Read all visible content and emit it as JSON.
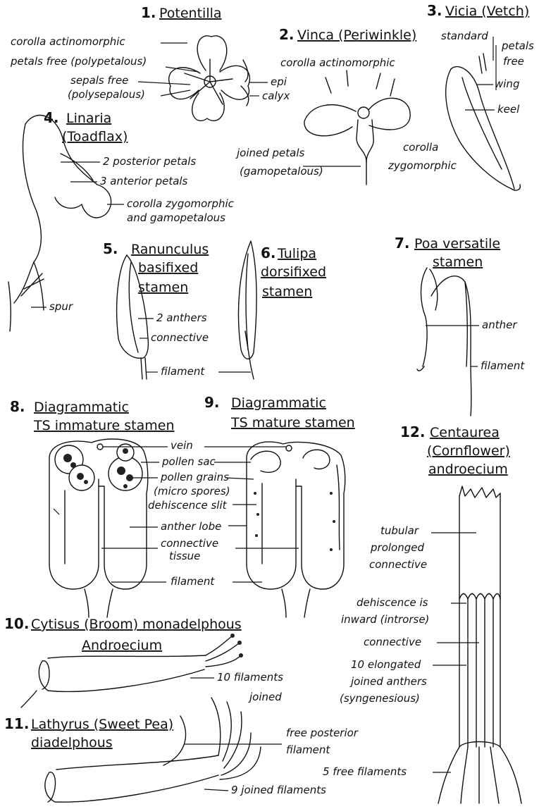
{
  "figures": [
    {
      "id": "f1",
      "number": "1.",
      "title": [
        "Potentilla"
      ],
      "labels": [
        "corolla actinomorphic",
        "petals free (polypetalous)",
        "sepals free",
        "(polysepalous)",
        "epi",
        "calyx"
      ]
    },
    {
      "id": "f2",
      "number": "2.",
      "title": [
        "Vinca (Periwinkle)"
      ],
      "labels": [
        "corolla actinomorphic",
        "joined petals",
        "(gamopetalous)"
      ]
    },
    {
      "id": "f3",
      "number": "3.",
      "title": [
        "Vicia (Vetch)"
      ],
      "labels": [
        "standard",
        "petals",
        "free",
        "wing",
        "keel",
        "corolla",
        "zygomorphic"
      ]
    },
    {
      "id": "f4",
      "number": "4.",
      "title": [
        "Linaria",
        "(Toadflax)"
      ],
      "labels": [
        "2 posterior petals",
        "3 anterior petals",
        "corolla zygomorphic",
        "and gamopetalous",
        "spur"
      ]
    },
    {
      "id": "f5",
      "number": "5.",
      "title": [
        "Ranunculus",
        "basifixed",
        "stamen"
      ],
      "labels": [
        "2 anthers",
        "connective",
        "filament"
      ]
    },
    {
      "id": "f6",
      "number": "6.",
      "title": [
        "Tulipa",
        "dorsifixed",
        "stamen"
      ],
      "labels": []
    },
    {
      "id": "f7",
      "number": "7.",
      "title": [
        "Poa versatile",
        "stamen"
      ],
      "labels": [
        "anther",
        "filament"
      ]
    },
    {
      "id": "f8",
      "number": "8.",
      "title": [
        "Diagrammatic",
        "TS immature stamen"
      ],
      "labels": [
        "vein",
        "pollen sac",
        "pollen grains",
        "(micro spores)",
        "dehiscence slit",
        "anther lobe",
        "connective",
        "tissue",
        "filament"
      ]
    },
    {
      "id": "f9",
      "number": "9.",
      "title": [
        "Diagrammatic",
        "TS mature stamen"
      ],
      "labels": []
    },
    {
      "id": "f10",
      "number": "10.",
      "title": [
        "Cytisus (Broom) monadelphous",
        "Androecium"
      ],
      "labels": [
        "10 filaments",
        "joined"
      ]
    },
    {
      "id": "f11",
      "number": "11.",
      "title": [
        "Lathyrus (Sweet Pea)",
        "diadelphous"
      ],
      "labels": [
        "free posterior",
        "filament",
        "9 joined filaments"
      ]
    },
    {
      "id": "f12",
      "number": "12.",
      "title": [
        "Centaurea",
        "(Cornflower)",
        "androecium"
      ],
      "labels": [
        "tubular",
        "prolonged",
        "connective",
        "dehiscence is",
        "inward (introrse)",
        "connective",
        "10 elongated",
        "joined anthers",
        "(syngenesious)",
        "5 free filaments"
      ]
    }
  ]
}
